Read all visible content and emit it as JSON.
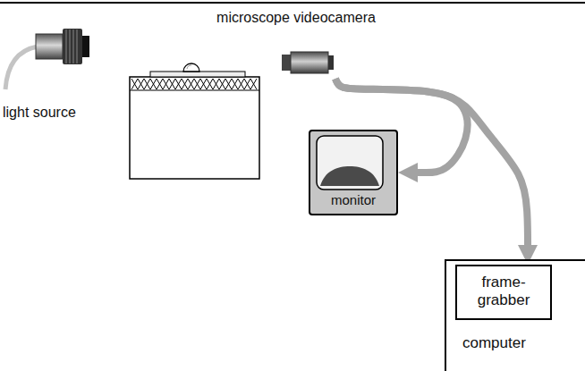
{
  "diagram": {
    "nodes": [
      {
        "text": [
          "microscope videocamera"
        ]
      },
      {
        "text": [
          "monitor"
        ]
      },
      {
        "text": [
          "computer"
        ]
      },
      {
        "text": [
          "frame-grabber"
        ],
        "in": 2
      }
    ],
    "edges": [
      {
        "from": 0,
        "to": 1,
        "arrow": "to"
      },
      {
        "from": 0,
        "to": 3,
        "arrow": "to"
      }
    ],
    "labels": [
      "light source"
    ]
  }
}
